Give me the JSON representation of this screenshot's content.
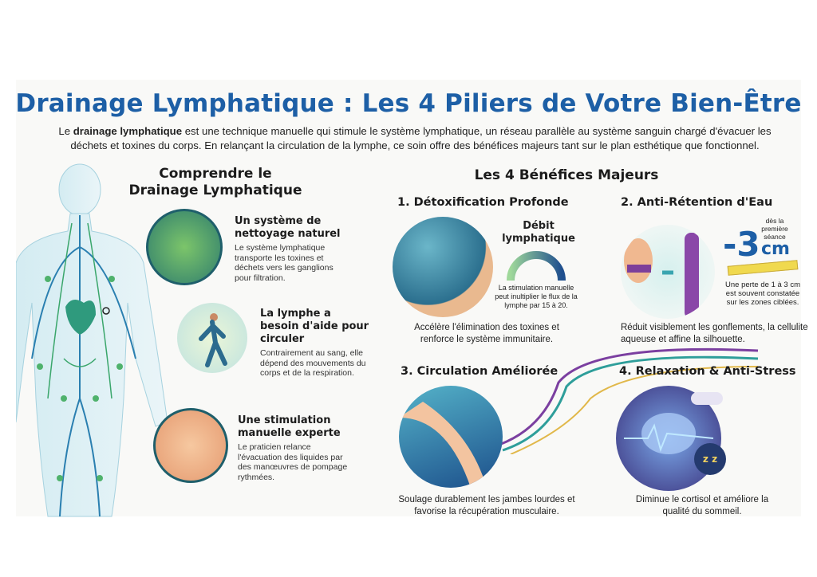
{
  "title": "Drainage Lymphatique : Les 4 Piliers de Votre Bien-Être",
  "intro": {
    "before": "Le ",
    "bold": "drainage lymphatique",
    "after": " est une technique manuelle qui stimule le système lymphatique, un réseau parallèle au système sanguin chargé d'évacuer les déchets et toxines du corps. En relançant la circulation de la lymphe, ce soin offre des bénéfices majeurs tant sur le plan esthétique que fonctionnel."
  },
  "left": {
    "heading_line1": "Comprendre le",
    "heading_line2": "Drainage Lymphatique",
    "items": [
      {
        "title": "Un système de nettoyage naturel",
        "text": "Le système lymphatique transporte les toxines et déchets vers les ganglions pour filtration."
      },
      {
        "title": "La lymphe a besoin d'aide pour circuler",
        "text": "Contrairement au sang, elle dépend des mouvements du corps et de la respiration."
      },
      {
        "title": "Une stimulation manuelle experte",
        "text": "Le praticien relance l'évacuation des liquides par des manœuvres de pompage rythmées."
      }
    ]
  },
  "right": {
    "heading": "Les 4 Bénéfices Majeurs",
    "benefits": [
      {
        "title": "1. Détoxification Profonde",
        "caption": "Accélère l'élimination des toxines et renforce le système immunitaire.",
        "gauge_title": "Débit lymphatique",
        "gauge_note": "La stimulation manuelle peut inultiplier le flux de la lymphe par 15 à 20."
      },
      {
        "title": "2. Anti-Rétention d'Eau",
        "caption": "Réduit visiblement les gonflements, la cellulite aqueuse et affine la silhouette.",
        "big_value": "-3",
        "big_unit": "cm",
        "badge": "dès la première séance",
        "note": "Une perte de 1 à 3 cm est souvent constatée sur les zones ciblées."
      },
      {
        "title": "3. Circulation Améliorée",
        "caption": "Soulage durablement les jambes lourdes et favorise la récupération musculaire."
      },
      {
        "title": "4. Relaxation & Anti-Stress",
        "caption": "Diminue le cortisol et améliore la qualité du sommeil.",
        "sleep_glyph": "z z"
      }
    ]
  },
  "colors": {
    "title": "#1d5fa6",
    "teal": "#2e9e9a",
    "purple": "#7b3fa0"
  }
}
